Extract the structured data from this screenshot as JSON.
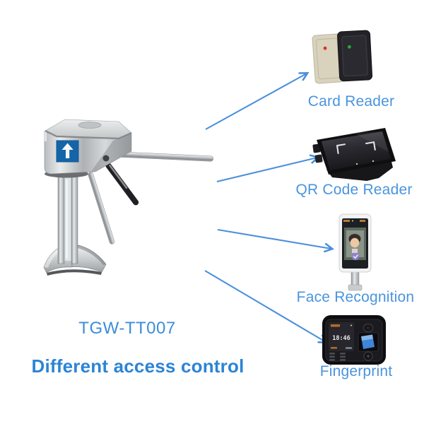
{
  "background_color": "#ffffff",
  "accent_color": "#4a90db",
  "model": {
    "text": "TGW-TT007",
    "color": "#3d8dda"
  },
  "subtitle": {
    "text": "Different access control",
    "color": "#2b84d6"
  },
  "turnstile": {
    "sign_symbol": "up-arrow",
    "sign_color": "#1465a8"
  },
  "access_options": [
    {
      "id": "card-reader",
      "label": "Card Reader",
      "led_colors": [
        "#d63425",
        "#27a93c"
      ]
    },
    {
      "id": "qr-code-reader",
      "label": "QR Code Reader"
    },
    {
      "id": "face-recognition",
      "label": "Face Recognition",
      "badge_color": "#8f7fd8"
    },
    {
      "id": "fingerprint",
      "label": "Fingerprint",
      "device_screen_time": "18:46",
      "sensor_color": "#3f86d9"
    }
  ]
}
